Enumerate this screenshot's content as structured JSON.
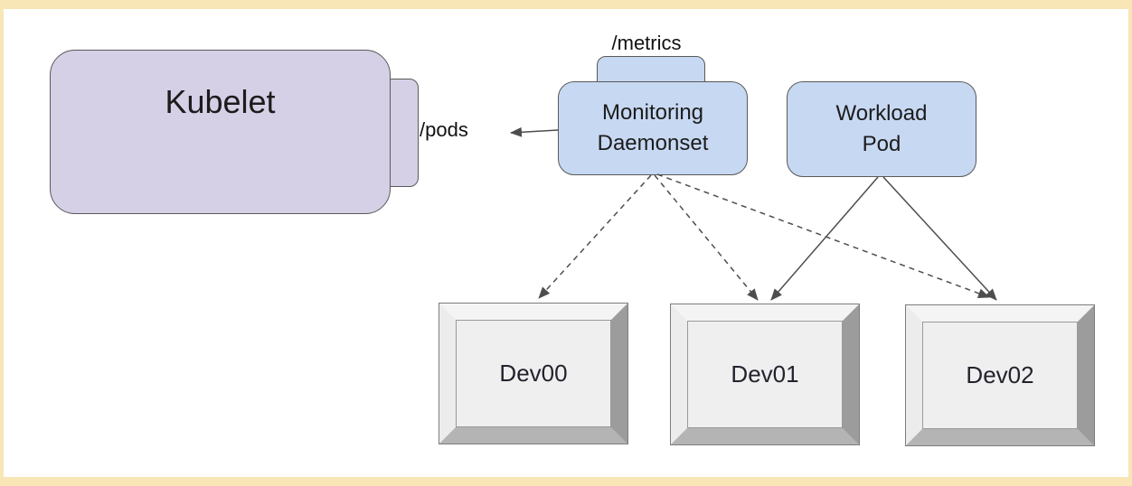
{
  "nodes": {
    "kubelet": {
      "label": "Kubelet"
    },
    "monitoring_daemonset": {
      "label_line1": "Monitoring",
      "label_line2": "Daemonset"
    },
    "workload_pod": {
      "label_line1": "Workload",
      "label_line2": "Pod"
    },
    "devices": [
      {
        "label": "Dev00"
      },
      {
        "label": "Dev01"
      },
      {
        "label": "Dev02"
      }
    ]
  },
  "endpoints": {
    "pods": "/pods",
    "metrics": "/metrics"
  },
  "edges": [
    {
      "from": "monitoring_daemonset",
      "to": "kubelet:/pods",
      "style": "solid"
    },
    {
      "from": "monitoring_daemonset",
      "to": "Dev00",
      "style": "dashed"
    },
    {
      "from": "monitoring_daemonset",
      "to": "Dev01",
      "style": "dashed"
    },
    {
      "from": "monitoring_daemonset",
      "to": "Dev02",
      "style": "dashed"
    },
    {
      "from": "workload_pod",
      "to": "Dev01",
      "style": "solid"
    },
    {
      "from": "workload_pod",
      "to": "Dev02",
      "style": "solid"
    }
  ],
  "colors": {
    "frame_border": "#f9e6b6",
    "canvas_background": "#ffffff",
    "kubelet_fill": "#d6d0e6",
    "pod_fill": "#c7d8f2",
    "node_border": "#595959",
    "arrow": "#4d4d4d",
    "device_face": "#efefef",
    "device_bevel_top": "#f4f4f4",
    "device_bevel_left": "#ececec",
    "device_bevel_right": "#9c9c9c",
    "device_bevel_bottom": "#b4b4b4"
  }
}
